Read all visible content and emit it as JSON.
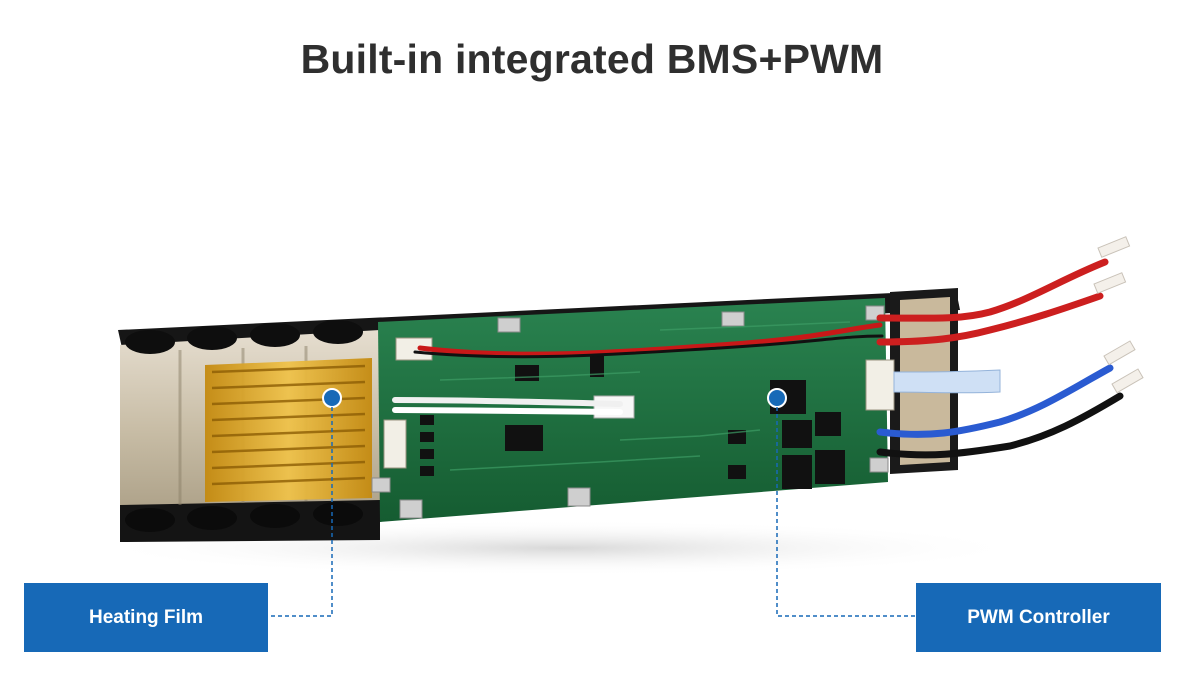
{
  "page": {
    "title": "Built-in integrated BMS+PWM"
  },
  "callouts": {
    "heating_film": "Heating Film",
    "pwm_controller": "PWM Controller"
  },
  "colors": {
    "callout_bg": "#1769b7",
    "pcb_green": "#1f6b3d",
    "heating_film": "#d9a520",
    "battery_wrap": "#c9bfa6",
    "wire_red": "#cc1f1f",
    "wire_blue": "#2a5bd1",
    "wire_black": "#111111"
  }
}
